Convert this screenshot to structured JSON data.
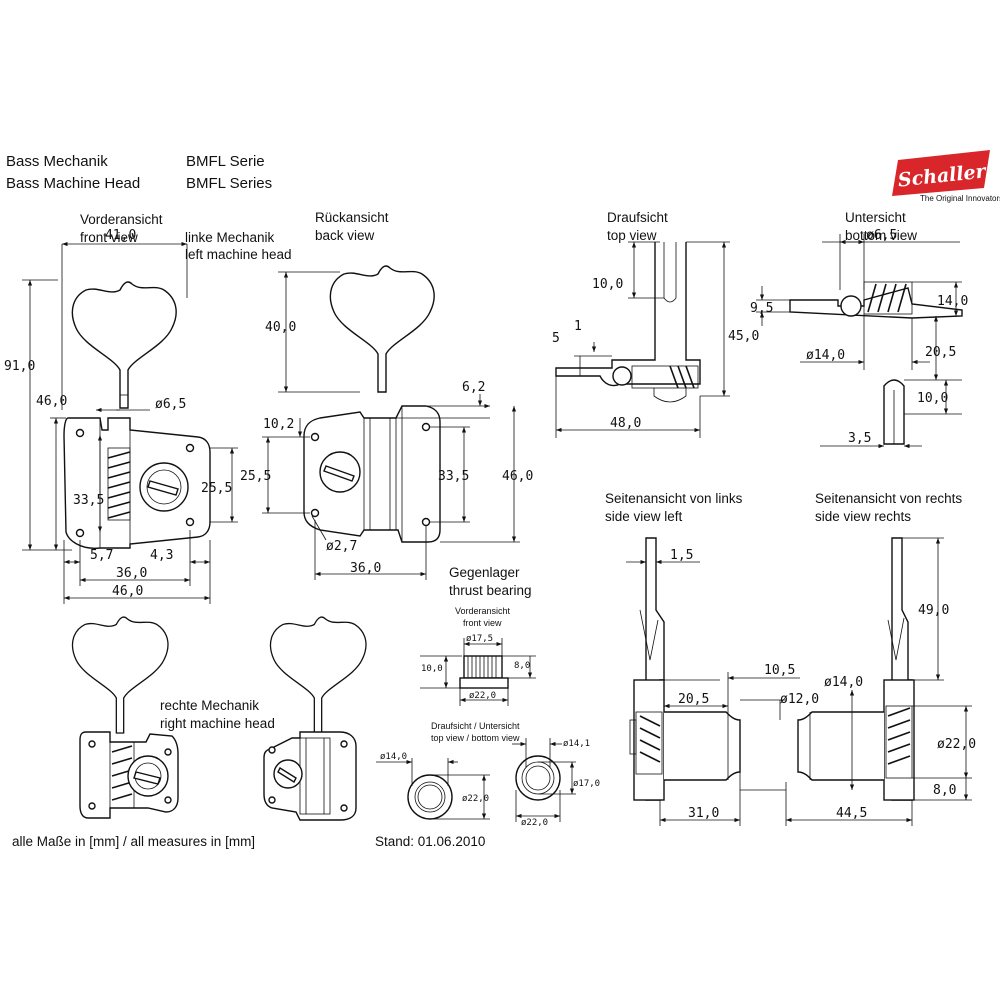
{
  "header": {
    "title_de": "Bass Mechanik",
    "title_en": "Bass Machine Head",
    "series_de": "BMFL Serie",
    "series_en": "BMFL Series"
  },
  "logo": {
    "brand": "Schaller",
    "tagline": "The Original Innovators",
    "color": "#d9262b"
  },
  "views": {
    "front_de": "Vorderansicht",
    "front_en": "front view",
    "left_de": "linke Mechanik",
    "left_en": "left machine head",
    "back_de": "Rückansicht",
    "back_en": "back view",
    "top_de": "Draufsicht",
    "top_en": "top view",
    "bottom_de": "Untersicht",
    "bottom_en": "bottom view",
    "side_left_de": "Seitenansicht von links",
    "side_left_en": "side view left",
    "side_right_de": "Seitenansicht von rechts",
    "side_right_en": "side view rechts",
    "thrust_de": "Gegenlager",
    "thrust_en": "thrust bearing",
    "thrust_front_de": "Vorderansicht",
    "thrust_front_en": "front view",
    "thrust_topbottom_de": "Draufsicht / Untersicht",
    "thrust_topbottom_en": "top view / bottom view",
    "right_de": "rechte Mechanik",
    "right_en": "right machine head"
  },
  "footer": {
    "units": "alle Maße in [mm] / all measures in [mm]",
    "date": "Stand: 01.06.2010"
  },
  "dimensions": {
    "front_width": "41,0",
    "front_height": "91,0",
    "front_plate": "46,0",
    "front_shaft": "ø6,5",
    "front_holes_v": "33,5",
    "front_side": "25,5",
    "front_57": "5,7",
    "front_43": "4,3",
    "front_36": "36,0",
    "front_46w": "46,0",
    "back_40": "40,0",
    "back_62": "6,2",
    "back_102": "10,2",
    "back_255": "25,5",
    "back_335": "33,5",
    "back_46": "46,0",
    "back_hole": "ø2,7",
    "back_36": "36,0",
    "top_10": "10,0",
    "top_45": "45,0",
    "top_5": "5",
    "top_1": "1",
    "top_48": "48,0",
    "bot_65": "ø6,5",
    "bot_95": "9,5",
    "bot_14": "14,0",
    "bot_d14": "ø14,0",
    "bot_205": "20,5",
    "bot_10": "10,0",
    "bot_35": "3,5",
    "sl_15": "1,5",
    "sl_105": "10,5",
    "sl_205": "20,5",
    "sl_12": "ø12,0",
    "sl_31": "31,0",
    "sr_49": "49,0",
    "sr_14": "ø14,0",
    "sr_22": "ø22,0",
    "sr_8": "8,0",
    "sr_445": "44,5",
    "tb_175": "ø17,5",
    "tb_10": "10,0",
    "tb_8": "8,0",
    "tb_22": "ø22,0",
    "tb_14": "ø14,0",
    "tb_22b": "ø22,0",
    "tb_141": "ø14,1",
    "tb_17": "ø17,0",
    "tb_22c": "ø22,0"
  }
}
